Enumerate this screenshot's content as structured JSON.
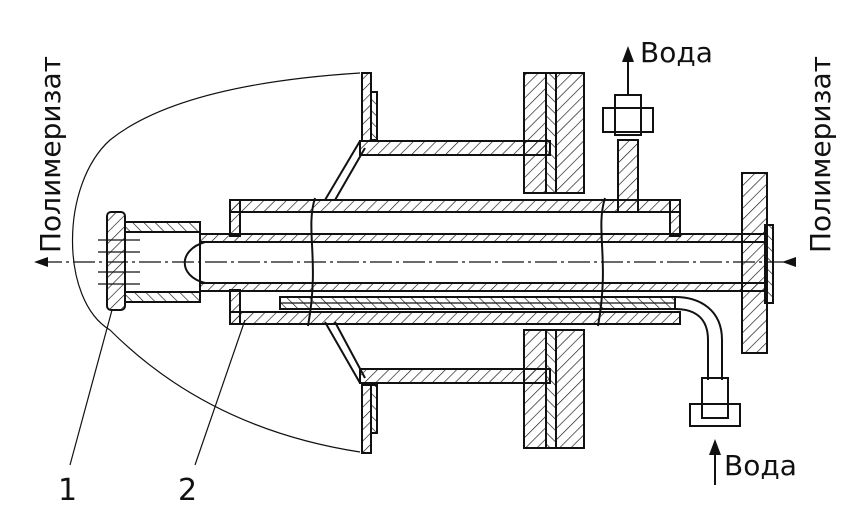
{
  "labels": {
    "left_flow": "Полимеризат",
    "right_flow": "Полимеризат",
    "water_top": "Вода",
    "water_bottom": "Вода",
    "callout_1": "1",
    "callout_2": "2"
  }
}
